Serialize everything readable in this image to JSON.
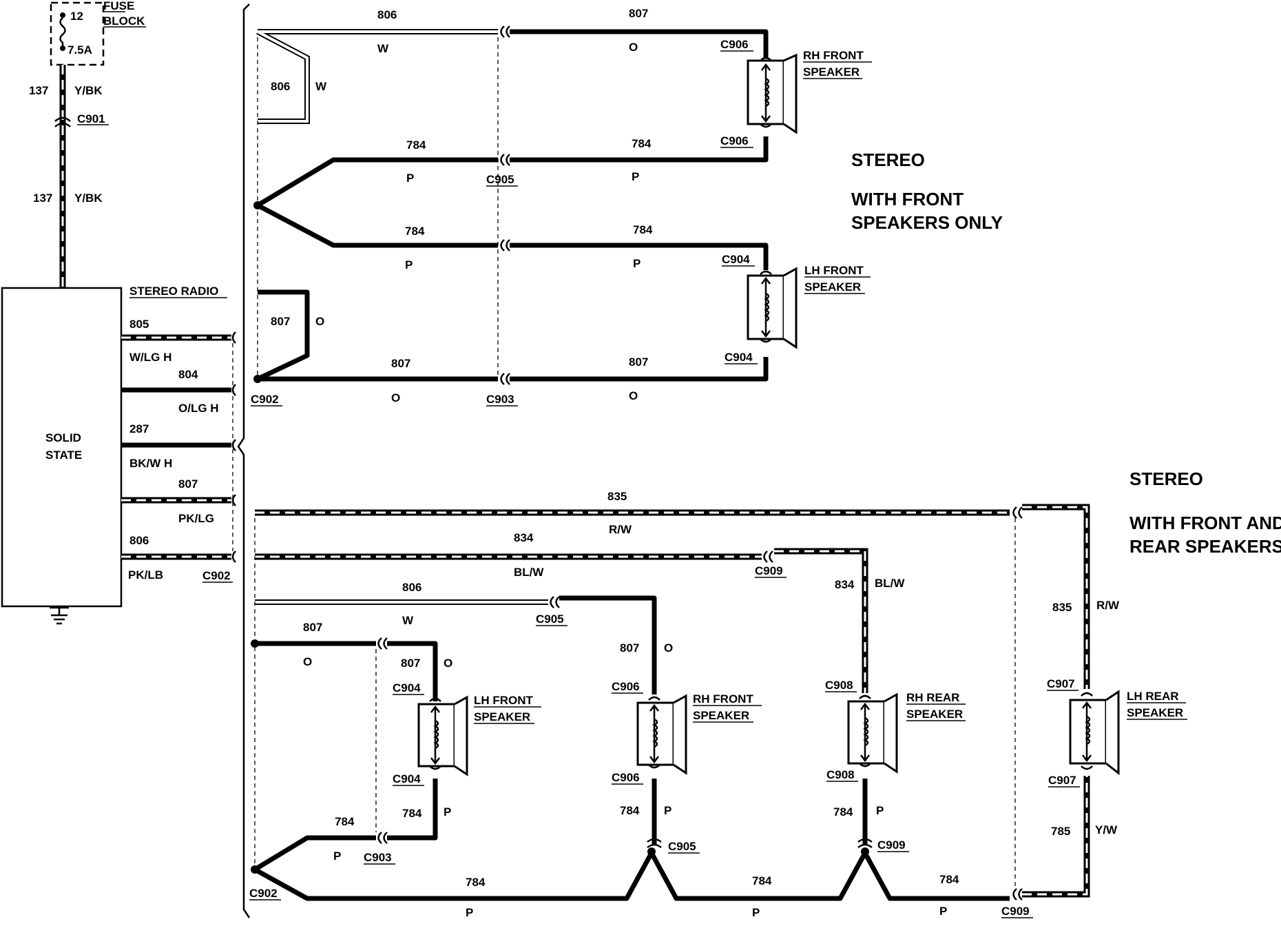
{
  "fuse_block": {
    "title_line1": "FUSE",
    "title_line2": "BLOCK",
    "fuse_number": "12",
    "fuse_rating": "7.5A"
  },
  "feed": {
    "circuit": "137",
    "color": "Y/BK",
    "connector": "C901"
  },
  "radio": {
    "title": "STEREO RADIO",
    "body_line1": "SOLID",
    "body_line2": "STATE",
    "connector": "C902",
    "pins": [
      {
        "circuit": "805",
        "color": "W/LG H"
      },
      {
        "circuit": "804",
        "color": "O/LG H"
      },
      {
        "circuit": "287",
        "color": "BK/W H"
      },
      {
        "circuit": "807",
        "color": "PK/LG"
      },
      {
        "circuit": "806",
        "color": "PK/LB"
      }
    ]
  },
  "section1": {
    "title_line1": "STEREO",
    "title_line2": "WITH FRONT",
    "title_line3": "SPEAKERS ONLY",
    "wires": {
      "w806_top": {
        "circuit": "806",
        "color": "W"
      },
      "w806_loop": {
        "circuit": "806",
        "color": "W"
      },
      "w807_rh": {
        "circuit": "807",
        "color": "O"
      },
      "w784_a": {
        "circuit": "784",
        "color": "P"
      },
      "w784_b": {
        "circuit": "784",
        "color": "P"
      },
      "w784_c": {
        "circuit": "784",
        "color": "P"
      },
      "w784_d": {
        "circuit": "784",
        "color": "P"
      },
      "w807_loop": {
        "circuit": "807",
        "color": "O"
      },
      "w807_a": {
        "circuit": "807",
        "color": "O"
      },
      "w807_b": {
        "circuit": "807",
        "color": "O"
      }
    },
    "connectors": {
      "rh_top": "C906",
      "rh_bottom": "C906",
      "lh_top": "C904",
      "lh_bottom": "C904",
      "mid_p": "C905",
      "mid_o": "C903",
      "left": "C902"
    },
    "speakers": {
      "rh_line1": "RH FRONT",
      "rh_line2": "SPEAKER",
      "lh_line1": "LH FRONT",
      "lh_line2": "SPEAKER"
    }
  },
  "section2": {
    "title_line1": "STEREO",
    "title_line2": "WITH FRONT AND",
    "title_line3": "REAR SPEAKERS",
    "wires": {
      "w835": {
        "circuit": "835",
        "color": "R/W"
      },
      "w835_v": {
        "circuit": "835",
        "color": "R/W"
      },
      "w834": {
        "circuit": "834",
        "color": "BL/W"
      },
      "w834_v": {
        "circuit": "834",
        "color": "BL/W"
      },
      "w806": {
        "circuit": "806",
        "color": "W"
      },
      "w807_rh": {
        "circuit": "807",
        "color": "O"
      },
      "w807_top": {
        "circuit": "807",
        "color": "O"
      },
      "w807_lh": {
        "circuit": "807",
        "color": "O"
      },
      "w784_lh": {
        "circuit": "784",
        "color": "P"
      },
      "w784_lh_v": {
        "circuit": "784",
        "color": "P"
      },
      "w784_rh_v": {
        "circuit": "784",
        "color": "P"
      },
      "w784_rr_v": {
        "circuit": "784",
        "color": "P"
      },
      "w785": {
        "circuit": "785",
        "color": "Y/W"
      },
      "w784_b1": {
        "circuit": "784",
        "color": "P"
      },
      "w784_b2": {
        "circuit": "784",
        "color": "P"
      },
      "w784_b3": {
        "circuit": "784",
        "color": "P"
      }
    },
    "connectors": {
      "c909_top": "C909",
      "c905_top": "C905",
      "c903": "C903",
      "c902": "C902",
      "c904_top": "C904",
      "c904_bottom": "C904",
      "c906_top": "C906",
      "c906_bottom": "C906",
      "c908_top": "C908",
      "c908_bottom": "C908",
      "c907_top": "C907",
      "c907_bottom": "C907",
      "c905_bottom": "C905",
      "c909_mid": "C909",
      "c909_bottom": "C909"
    },
    "speakers": {
      "lh_front_line1": "LH FRONT",
      "lh_front_line2": "SPEAKER",
      "rh_front_line1": "RH FRONT",
      "rh_front_line2": "SPEAKER",
      "rh_rear_line1": "RH REAR",
      "rh_rear_line2": "SPEAKER",
      "lh_rear_line1": "LH REAR",
      "lh_rear_line2": "SPEAKER"
    }
  }
}
